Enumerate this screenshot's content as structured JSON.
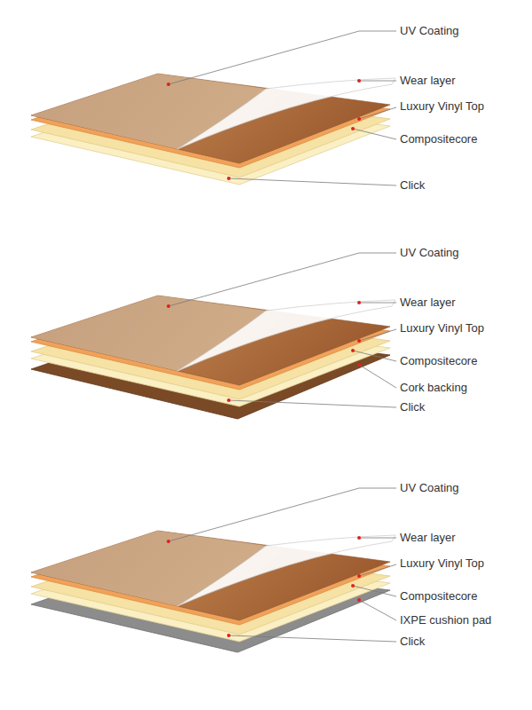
{
  "diagram": {
    "labels": [
      "UV Coating",
      "Wear layer",
      "Luxury Vinyl Top",
      "Compositecore",
      "Click",
      "UV Coating",
      "Wear layer",
      "Luxury Vinyl Top",
      "Compositecore",
      "Cork backing",
      "Click",
      "UV Coating",
      "Wear layer",
      "Luxury Vinyl Top",
      "Compositecore",
      "IXPE cushion pad",
      "Click"
    ]
  }
}
